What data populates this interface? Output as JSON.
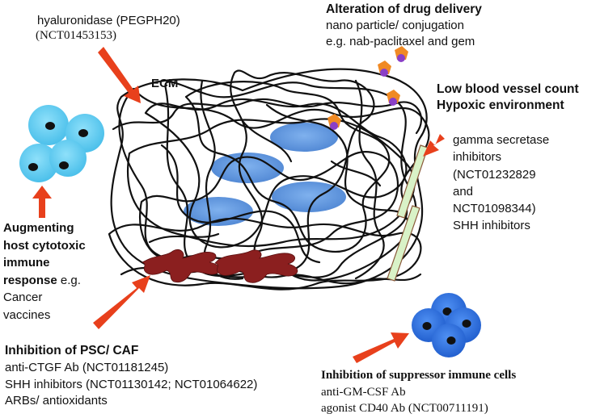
{
  "labels": {
    "hyaluronidase": "hyaluronidase (PEGPH20)",
    "hyaluronidase_trial": "(NCT01453153)",
    "ecm": "ECM",
    "drug_delivery_title": "Alteration of drug delivery",
    "drug_delivery_line1": "nano particle/ conjugation",
    "drug_delivery_line2": "e.g. nab-paclitaxel and gem",
    "low_vessel_line1": "Low blood vessel count",
    "low_vessel_line2": "Hypoxic environment",
    "gamma": [
      "gamma secretase",
      "inhibitors",
      "(NCT01232829",
      "and",
      "NCT01098344)",
      "SHH inhibitors"
    ],
    "immune_bold": [
      "Augmenting",
      "host cytotoxic",
      "immune"
    ],
    "immune_mixed_bold": "response",
    "immune_mixed_rest": " e.g.",
    "immune_tail": [
      "Cancer",
      "vaccines"
    ],
    "psc_title": "Inhibition of PSC/ CAF",
    "psc_lines": [
      "anti-CTGF Ab (NCT01181245)",
      "SHH inhibitors (NCT01130142; NCT01064622)",
      "ARBs/ antioxidants"
    ],
    "suppressor_title": "Inhibition of suppressor immune cells",
    "suppressor_lines": [
      "anti-GM-CSF Ab",
      "agonist CD40 Ab (NCT00711191)"
    ]
  },
  "colors": {
    "arrow": "#e8401c",
    "fiber": "#111111",
    "stellate_cell": "#5b8fd6",
    "caf": "#8b1f1f",
    "immune_cell_light": "#5bc8ef",
    "suppressor_cell": "#2f72e0",
    "nucleus": "#111111",
    "nanoparticle_orange": "#f08a24",
    "nanoparticle_purple": "#8a3fc7",
    "vessel": "#d9f2c7"
  }
}
